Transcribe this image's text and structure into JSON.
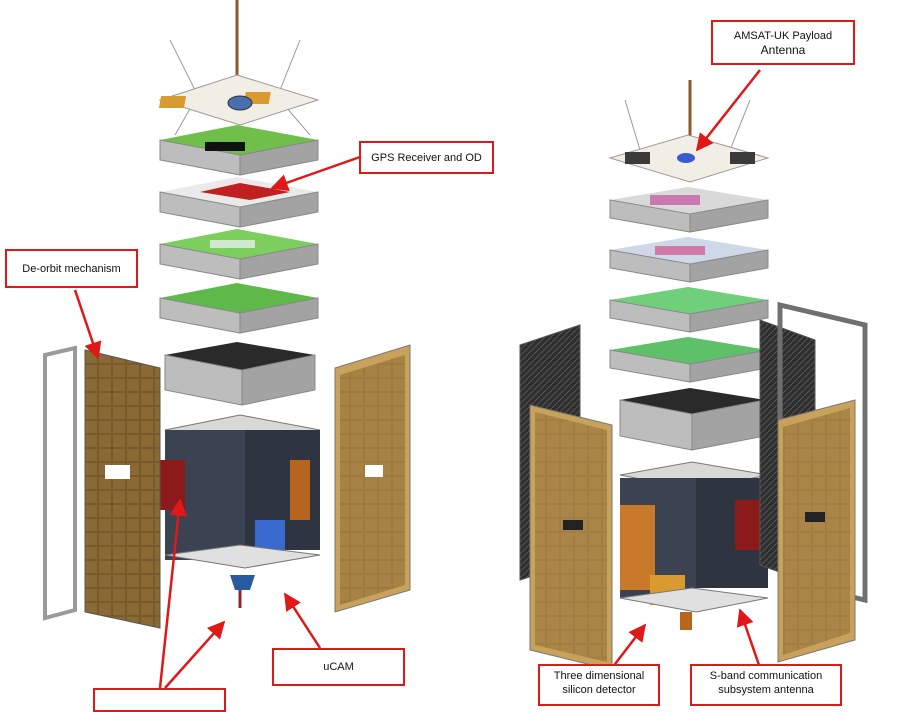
{
  "callouts": {
    "gps": "GPS Receiver and OD",
    "deorbit": "De-orbit mechanism",
    "ucam": "uCAM",
    "amsat_line1": "AMSAT-UK Payload",
    "amsat_line2": "Antenna",
    "silicon_line1": "Three dimensional",
    "silicon_line2": "silicon detector",
    "sband_line1": "S-band communication",
    "sband_line2": "subsystem antenna"
  },
  "colors": {
    "callout_border": "#e01818",
    "arrow": "#e01818",
    "frame": "#a8a8a8",
    "pcb": "#3fae3f",
    "solar_panel": "#b08a40",
    "carbon_panel": "#3a3a3a"
  },
  "icons": [
    "satellite-exploded-view-left",
    "satellite-exploded-view-right"
  ]
}
